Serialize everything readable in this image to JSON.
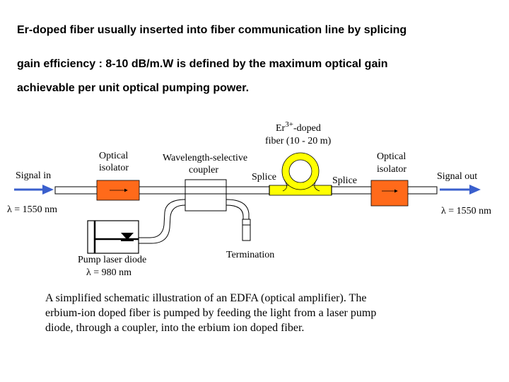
{
  "header": {
    "line1": "Er-doped fiber usually inserted into fiber communication line by splicing",
    "line2": "gain efficiency : 8-10 dB/m.W is defined by the maximum optical gain",
    "line3": "achievable per unit optical pumping power."
  },
  "diagram": {
    "signal_in": "Signal in",
    "signal_out": "Signal out",
    "lambda_in": "λ = 1550 nm",
    "lambda_out": "λ = 1550 nm",
    "isolator_left": [
      "Optical",
      "isolator"
    ],
    "isolator_right": [
      "Optical",
      "isolator"
    ],
    "coupler": [
      "Wavelength-selective",
      "coupler"
    ],
    "splice_left": "Splice",
    "splice_right": "Splice",
    "er_prefix": "Er",
    "er_superscript": "3+",
    "er_suffix": "-doped",
    "er_fiber_length": "fiber (10 - 20 m)",
    "pump_label": "Pump laser diode",
    "pump_lambda": "λ = 980 nm",
    "termination": "Termination",
    "colors": {
      "arrow": "#3a5fcd",
      "isolator": "#ff6a1a",
      "er_fiber": "#ffff00"
    }
  },
  "caption": {
    "line1": "A simplified schematic illustration of an EDFA (optical amplifier). The",
    "line2": "erbium-ion doped fiber is pumped by feeding the light from a laser pump",
    "line3": "diode, through a coupler, into the erbium ion doped fiber."
  }
}
